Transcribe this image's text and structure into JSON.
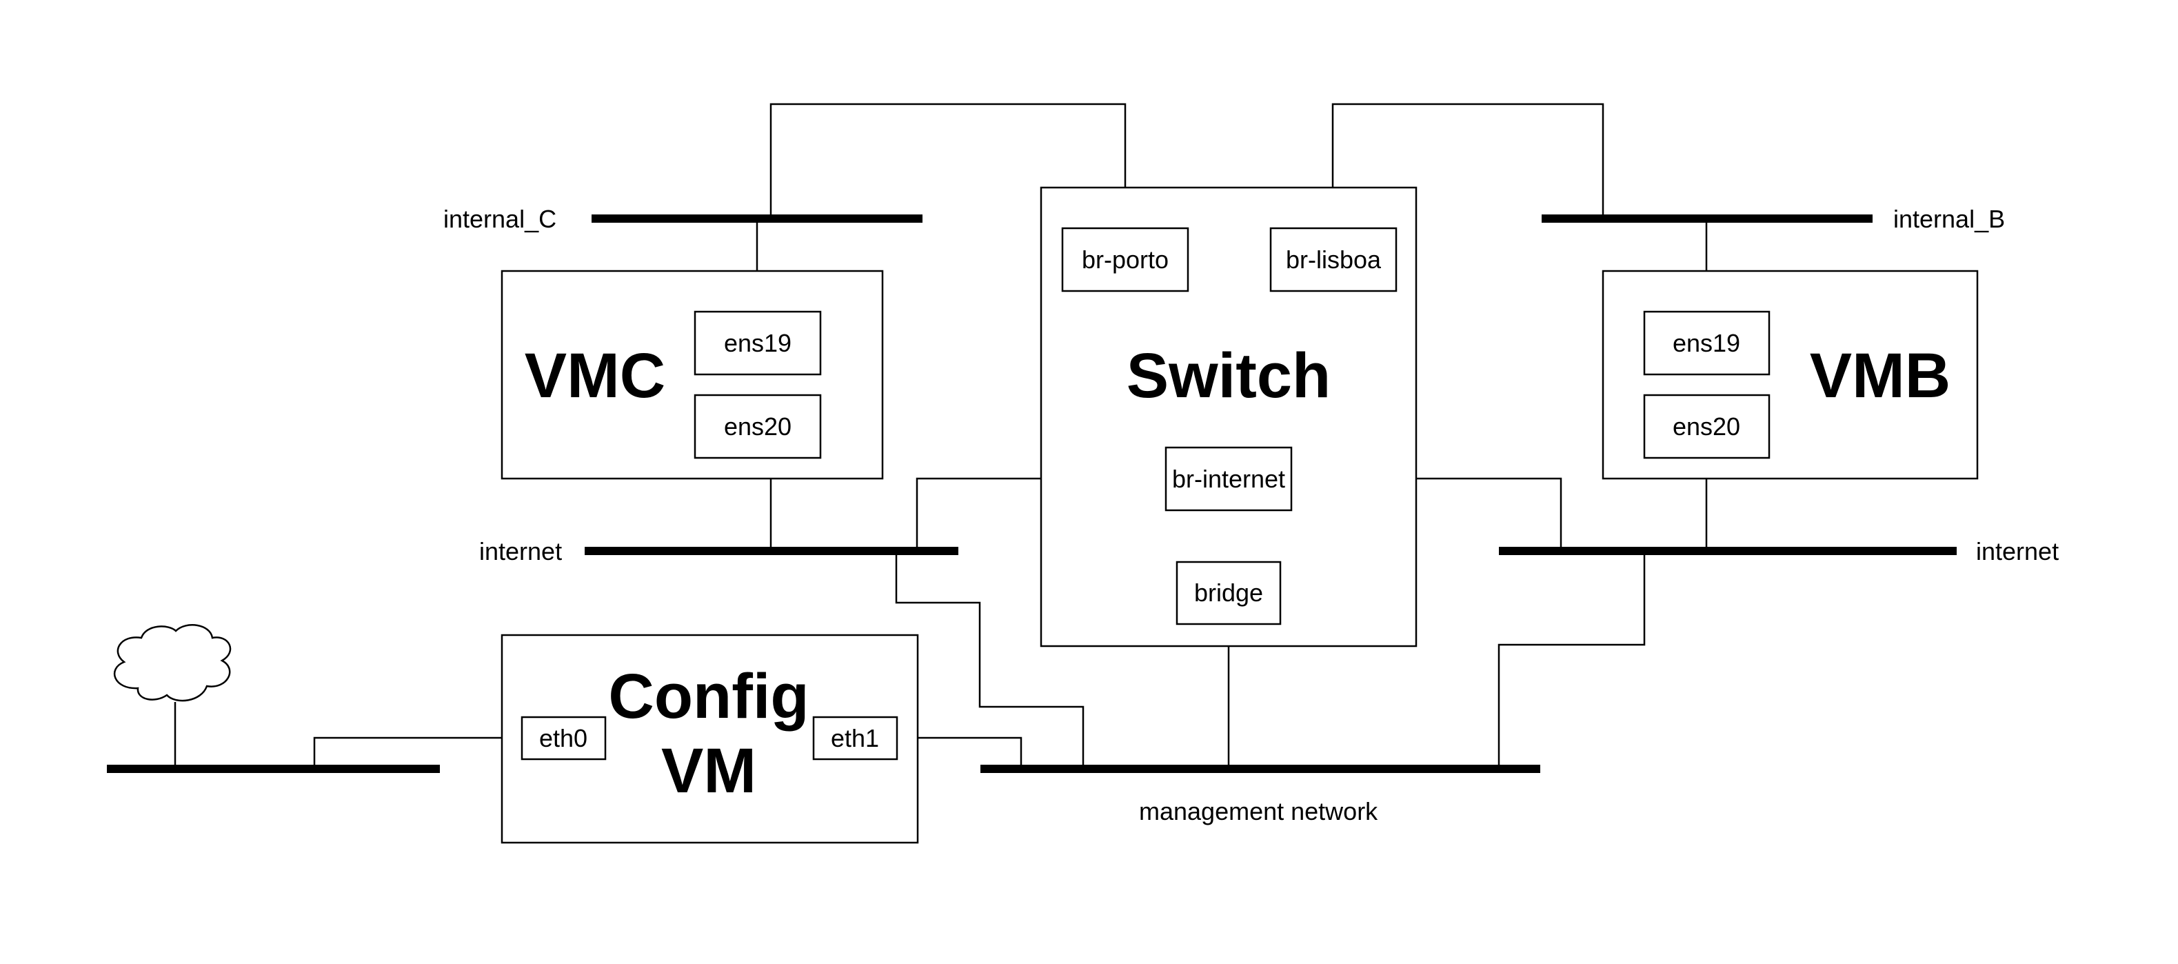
{
  "networks": {
    "internal_c": "internal_C",
    "internal_b": "internal_B",
    "internet_left": "internet",
    "internet_right": "internet",
    "management": "management network"
  },
  "nodes": {
    "vmc": {
      "title": "VMC",
      "interfaces": [
        "ens19",
        "ens20"
      ]
    },
    "switch": {
      "title": "Switch",
      "bridges": [
        "br-porto",
        "br-lisboa",
        "br-internet",
        "bridge"
      ]
    },
    "vmb": {
      "title": "VMB",
      "interfaces": [
        "ens19",
        "ens20"
      ]
    },
    "config_vm": {
      "title_line1": "Config",
      "title_line2": "VM",
      "interfaces": [
        "eth0",
        "eth1"
      ]
    }
  },
  "icons": {
    "cloud": "cloud-icon"
  }
}
